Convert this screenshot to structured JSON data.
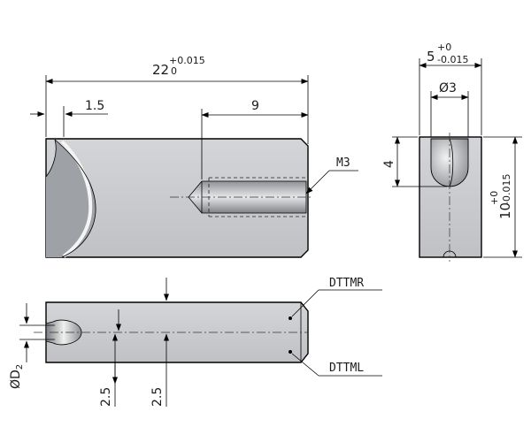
{
  "front_view": {
    "length_dim": {
      "nominal": "22",
      "upper_tol": "+0.015",
      "lower_tol": "0"
    },
    "offset_dim": "1.5",
    "thread_depth_dim": "9",
    "thread_label": "M3"
  },
  "side_view": {
    "width_dim": {
      "nominal": "5",
      "upper_tol": "+0",
      "lower_tol": "-0.015"
    },
    "hole_dim": "Ø3",
    "depth_dim": "4",
    "height_dim": {
      "nominal": "10",
      "upper_tol": "+0",
      "lower_tol": "-0.015"
    }
  },
  "top_view": {
    "diameter_dim": "ØD",
    "diameter_sub": "2",
    "offset_dim_a": "2.5",
    "offset_dim_b": "2.5",
    "label_right": "DTTMR",
    "label_left": "DTTML"
  },
  "colors": {
    "body_fill": "#c9cbce",
    "body_dark": "#9fa2a6",
    "line": "#000000"
  }
}
